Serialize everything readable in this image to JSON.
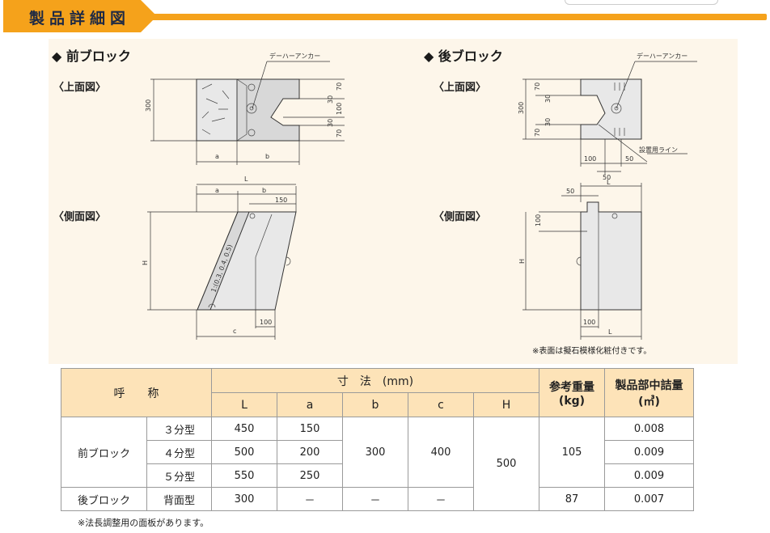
{
  "header": {
    "title": "製品詳細図"
  },
  "front_block": {
    "title": "◆ 前ブロック",
    "top_view_label": "〈上面図〉",
    "side_view_label": "〈側面図〉",
    "anchor_label": "デーハーアンカー",
    "dims": {
      "w300": "300",
      "a": "a",
      "b": "b",
      "L": "L",
      "c": "c",
      "H": "H",
      "d150": "150",
      "d100": "100",
      "d70a": "70",
      "d30a": "30",
      "d100b": "100",
      "d30b": "30",
      "d70b": "70",
      "slope": "1:(0.3, 0.4, 0.5)"
    }
  },
  "rear_block": {
    "title": "◆ 後ブロック",
    "top_view_label": "〈上面図〉",
    "side_view_label": "〈側面図〉",
    "anchor_label": "デーハーアンカー",
    "install_line_label": "設置用ライン",
    "dims": {
      "w300": "300",
      "d70a": "70",
      "d30a": "30",
      "d30b": "30",
      "d70b": "70",
      "d100": "100",
      "d50a": "50",
      "d50b": "50",
      "L": "L",
      "H": "H",
      "d100s": "100",
      "d100b": "100",
      "d50c": "50"
    },
    "note": "※表面は擬石模様化粧付きです。"
  },
  "table": {
    "col_name": "呼　　称",
    "col_dims": "寸　法　(mm)",
    "col_weight_l1": "参考重量",
    "col_weight_l2": "(kg)",
    "col_fill_l1": "製品部中詰量",
    "col_fill_l2": "(㎥)",
    "sub_L": "L",
    "sub_a": "a",
    "sub_b": "b",
    "sub_c": "c",
    "sub_H": "H",
    "front_name": "前ブロック",
    "rows": [
      {
        "type": "３分型",
        "L": "450",
        "a": "150",
        "fill": "0.008"
      },
      {
        "type": "４分型",
        "L": "500",
        "a": "200",
        "fill": "0.009"
      },
      {
        "type": "５分型",
        "L": "550",
        "a": "250",
        "fill": "0.009"
      }
    ],
    "front_b": "300",
    "front_c": "400",
    "H": "500",
    "front_weight": "105",
    "rear": {
      "name": "後ブロック",
      "type": "背面型",
      "L": "300",
      "a": "－",
      "b": "－",
      "c": "－",
      "weight": "87",
      "fill": "0.007"
    }
  },
  "footnote": "※法長調整用の面板があります。"
}
